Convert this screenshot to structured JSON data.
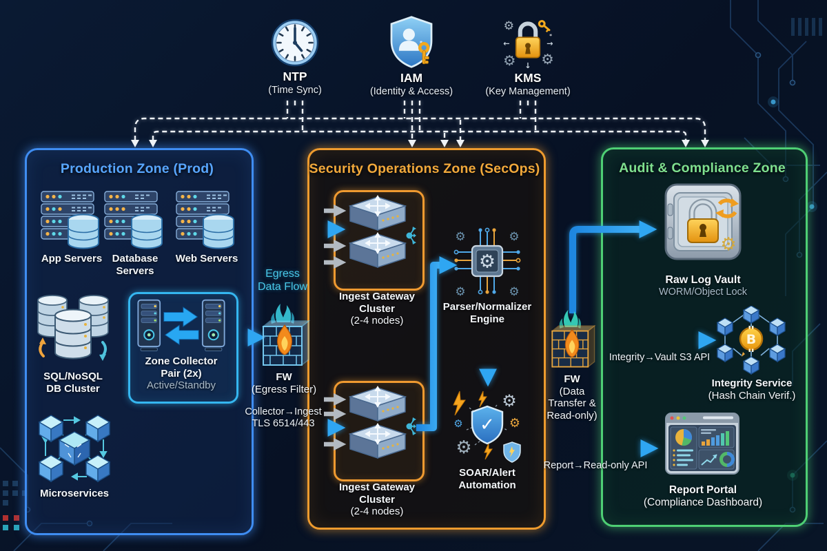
{
  "colors": {
    "background": "#081428",
    "flow_blue": "#2aa1f0",
    "dashed_white": "#eef2f6",
    "gray_arrow": "#b3bac2",
    "prod_border": "#3f8df2",
    "prod_title": "#58a6ff",
    "secops_border": "#ee9b2e",
    "secops_title": "#f2a93b",
    "audit_border": "#4ecf74",
    "audit_title": "#7fe08f",
    "collector_border": "#35b6f0",
    "egress_label": "#49c8e8"
  },
  "services": {
    "ntp": {
      "name": "NTP",
      "subtitle": "(Time Sync)"
    },
    "iam": {
      "name": "IAM",
      "subtitle": "(Identity & Access)"
    },
    "kms": {
      "name": "KMS",
      "subtitle": "(Key Management)"
    }
  },
  "prod": {
    "title": "Production Zone (Prod)",
    "app_servers": "App Servers",
    "database_servers": [
      "Database",
      "Servers"
    ],
    "web_servers": "Web Servers",
    "db_cluster": [
      "SQL/NoSQL",
      "DB Cluster"
    ],
    "collector": {
      "line1": "Zone Collector",
      "line2": "Pair (2x)",
      "mode": "Active/Standby"
    },
    "microservices": "Microservices"
  },
  "egress": {
    "flow_label": [
      "Egress",
      "Data Flow"
    ],
    "fw_name": "FW",
    "fw_role": "(Egress Filter)",
    "link_label": [
      "Collector→Ingest",
      "TLS 6514/443"
    ]
  },
  "secops": {
    "title": "Security Operations Zone (SecOps)",
    "ingest_top": [
      "Ingest Gateway",
      "Cluster",
      "(2-4 nodes)"
    ],
    "parser": [
      "Parser/Normalizer",
      "Engine"
    ],
    "ingest_bottom": [
      "Ingest Gateway",
      "Cluster",
      "(2-4 nodes)"
    ],
    "soar": [
      "SOAR/Alert",
      "Automation"
    ]
  },
  "transfer_fw": {
    "fw_name": "FW",
    "fw_role": [
      "(Data",
      "Transfer &",
      "Read-only)"
    ]
  },
  "audit": {
    "title": "Audit & Compliance Zone",
    "vault": {
      "name": "Raw Log Vault",
      "sub": "WORM/Object Lock"
    },
    "integrity": {
      "name": "Integrity Service",
      "sub": "(Hash Chain Verif.)"
    },
    "report": {
      "name": "Report Portal",
      "sub": "(Compliance Dashboard)"
    },
    "integrity_api": "Integrity→Vault S3 API",
    "report_api": "Report→Read-only API"
  }
}
